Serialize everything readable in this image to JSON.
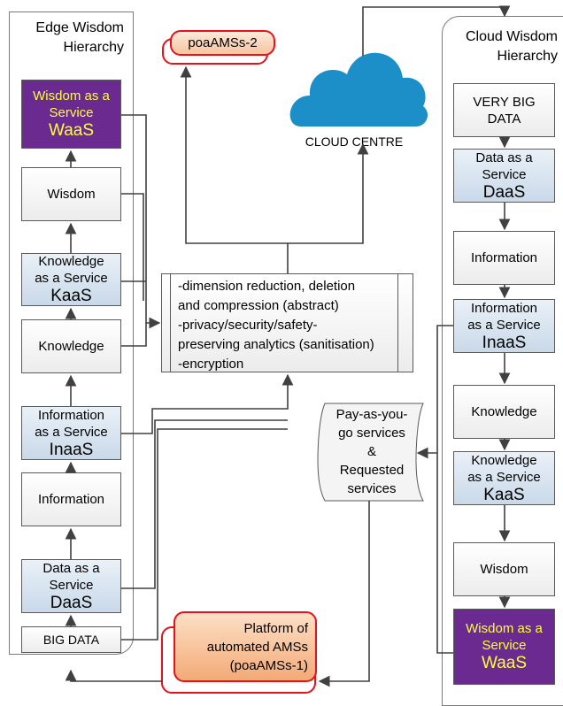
{
  "edge": {
    "title_line1": "Edge Wisdom",
    "title_line2": "Hierarchy",
    "waas": {
      "line1": "Wisdom as a",
      "line2": "Service",
      "abbr": "WaaS"
    },
    "wisdom": "Wisdom",
    "kaas": {
      "line1": "Knowledge",
      "line2": "as a Service",
      "abbr": "KaaS"
    },
    "knowledge": "Knowledge",
    "inaas": {
      "line1": "Information",
      "line2": "as a Service",
      "abbr": "InaaS"
    },
    "information": "Information",
    "daas": {
      "line1": "Data as a",
      "line2": "Service",
      "abbr": "DaaS"
    },
    "big_data": "BIG DATA"
  },
  "cloud": {
    "title_line1": "Cloud Wisdom",
    "title_line2": "Hierarchy",
    "very_big_data": {
      "line1": "VERY BIG",
      "line2": "DATA"
    },
    "daas": {
      "line1": "Data as a",
      "line2": "Service",
      "abbr": "DaaS"
    },
    "information": "Information",
    "inaas": {
      "line1": "Information",
      "line2": "as a Service",
      "abbr": "InaaS"
    },
    "knowledge": "Knowledge",
    "kaas": {
      "line1": "Knowledge",
      "line2": "as a Service",
      "abbr": "KaaS"
    },
    "wisdom": "Wisdom",
    "waas": {
      "line1": "Wisdom as a",
      "line2": "Service",
      "abbr": "WaaS"
    }
  },
  "cloud_centre": {
    "label": "CLOUD CENTRE",
    "icon": "cloud-icon",
    "color": "#1d8fc8"
  },
  "processing": {
    "line1": "-dimension reduction, deletion",
    "line2": "and compression (abstract)",
    "line3": "-privacy/security/safety-",
    "line4": "preserving analytics (sanitisation)",
    "line5": "-encryption"
  },
  "poa2": {
    "label": "poaAMSs-2"
  },
  "poa1": {
    "line1": "Platform of",
    "line2": "automated AMSs",
    "line3": "(poaAMSs-1)"
  },
  "services": {
    "line1": "Pay-as-you-",
    "line2": "go services",
    "line3": "&",
    "line4": "Requested",
    "line5": "services"
  },
  "colors": {
    "waas_fill": "#6a2a90",
    "waas_text": "#ffff3a",
    "service_fill": "#c9d9e9",
    "poa_border": "#e8101a",
    "poa_fill": "#f3aa76"
  }
}
